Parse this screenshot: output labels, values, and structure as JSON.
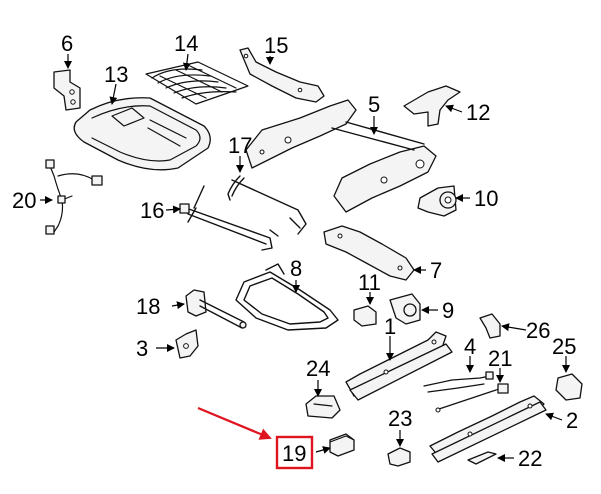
{
  "callouts": {
    "p1": "1",
    "p2": "2",
    "p3": "3",
    "p4": "4",
    "p5": "5",
    "p6": "6",
    "p7": "7",
    "p8": "8",
    "p9": "9",
    "p10": "10",
    "p11": "11",
    "p12": "12",
    "p13": "13",
    "p14": "14",
    "p15": "15",
    "p16": "16",
    "p17": "17",
    "p18": "18",
    "p19": "19",
    "p20": "20",
    "p21": "21",
    "p22": "22",
    "p23": "23",
    "p24": "24",
    "p25": "25",
    "p26": "26"
  },
  "highlight": {
    "part": "19",
    "color": "#e0141e"
  }
}
